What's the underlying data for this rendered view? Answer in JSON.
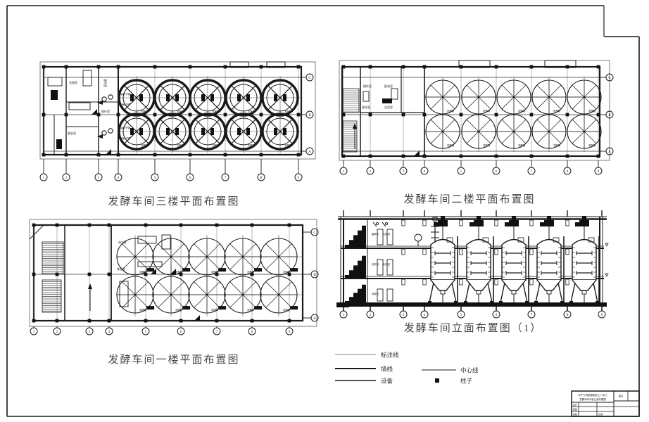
{
  "titles": {
    "plan3f": "发酵车间三楼平面布置图",
    "plan2f": "发酵车间二楼平面布置图",
    "plan1f": "发酵车间一楼平面布置图",
    "elevation": "发酵车间立面布置图（1）"
  },
  "grid": {
    "numbers": [
      "1",
      "2",
      "3",
      "4",
      "5",
      "6",
      "7",
      "8",
      "9"
    ],
    "letters": [
      "C",
      "B",
      "A"
    ]
  },
  "labels": {
    "fermenter": "发酵罐",
    "seed1": "一级种子罐",
    "seed2": "二级种子罐"
  },
  "rooms": {
    "plan3f": [
      "无菌室",
      "菌种室",
      "操作室",
      "更衣室"
    ],
    "plan2f": [
      "操作室",
      "配电室",
      "更衣室",
      "化验室"
    ],
    "plan1f": [
      "电力室",
      "休息室"
    ],
    "elevation3f": [
      "菌种室",
      "无菌室"
    ],
    "elevation2f": [
      "操作室",
      "化验室"
    ],
    "elevation1f": [
      "休息室"
    ]
  },
  "legend": {
    "annotation": "标注线",
    "wall": "墙线",
    "equipment": "设备",
    "centerline": "中心线",
    "column": "柱子"
  },
  "titleblock": {
    "project": "年产万吨发酵制品工厂设计",
    "drawing": "发酵车间平面立面布置图",
    "design": "设计",
    "draft": "制图",
    "check": "审核",
    "scale": "比例",
    "no": "图号"
  },
  "colors": {
    "line": "#1a1a1a",
    "muted": "#6a6a6a",
    "title": "#474747"
  }
}
